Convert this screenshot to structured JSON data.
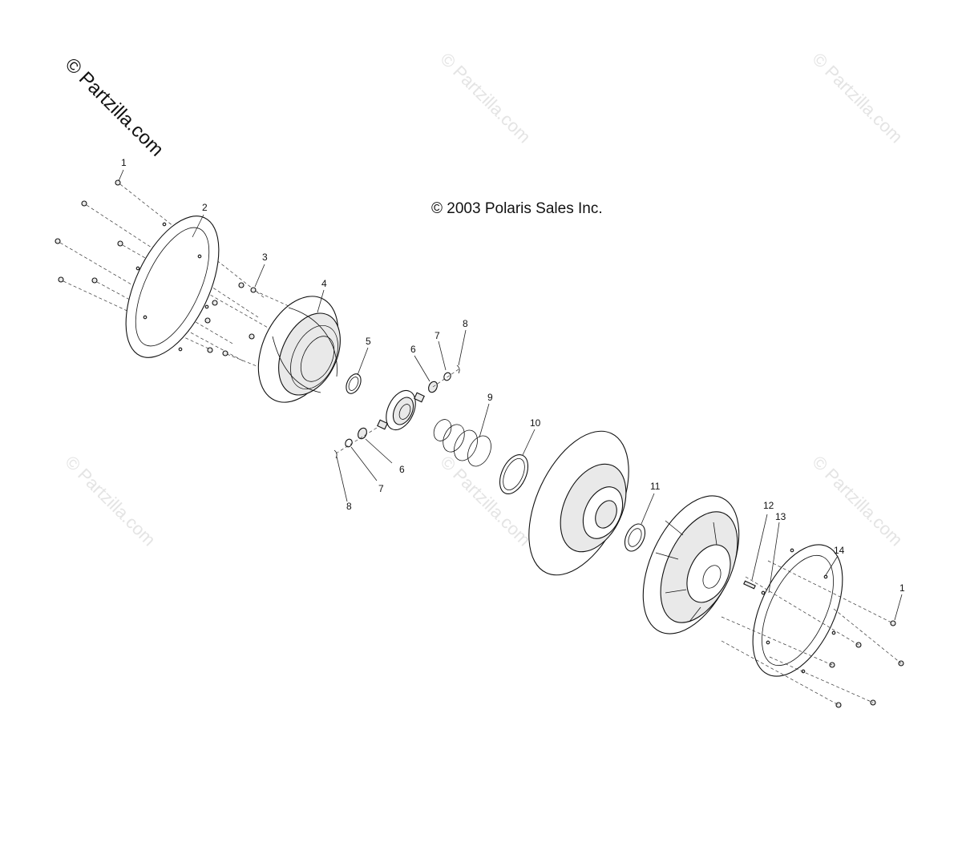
{
  "watermarks": {
    "main": "© Partzilla.com",
    "faint": "© Partzilla.com"
  },
  "copyright": "© 2003 Polaris Sales Inc.",
  "callouts": [
    {
      "id": "callout-1-left",
      "label": "1"
    },
    {
      "id": "callout-2",
      "label": "2"
    },
    {
      "id": "callout-3",
      "label": "3"
    },
    {
      "id": "callout-4",
      "label": "4"
    },
    {
      "id": "callout-5",
      "label": "5"
    },
    {
      "id": "callout-6-upper",
      "label": "6"
    },
    {
      "id": "callout-7-upper",
      "label": "7"
    },
    {
      "id": "callout-8-upper",
      "label": "8"
    },
    {
      "id": "callout-9",
      "label": "9"
    },
    {
      "id": "callout-10",
      "label": "10"
    },
    {
      "id": "callout-6-lower",
      "label": "6"
    },
    {
      "id": "callout-7-lower",
      "label": "7"
    },
    {
      "id": "callout-8-lower",
      "label": "8"
    },
    {
      "id": "callout-11",
      "label": "11"
    },
    {
      "id": "callout-12",
      "label": "12"
    },
    {
      "id": "callout-13",
      "label": "13"
    },
    {
      "id": "callout-14",
      "label": "14"
    },
    {
      "id": "callout-1-right",
      "label": "1"
    }
  ]
}
